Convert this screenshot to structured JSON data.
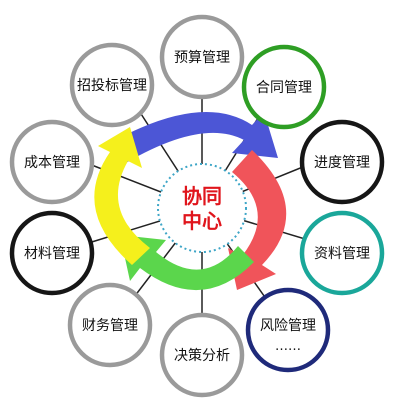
{
  "center": {
    "line1": "协同",
    "line2": "中心"
  },
  "modules": {
    "budget": "预算管理",
    "contract": "合同管理",
    "progress": "进度管理",
    "data": "资料管理",
    "risk": "风险管理",
    "risk_more": "……",
    "decision": "决策分析",
    "finance": "财务管理",
    "material": "材料管理",
    "cost": "成本管理",
    "tender": "招投标管理"
  },
  "colors": {
    "arrow_top": "#4c56d6",
    "arrow_right": "#f0545a",
    "arrow_bottom": "#5bd64c",
    "arrow_left": "#f5f01c",
    "center_text": "#e0151c",
    "ring_green": "#2e9e24",
    "ring_teal": "#1aa79a",
    "ring_navy": "#1f2a7a",
    "ring_gray": "#9a9a9a",
    "ring_black": "#161616"
  }
}
